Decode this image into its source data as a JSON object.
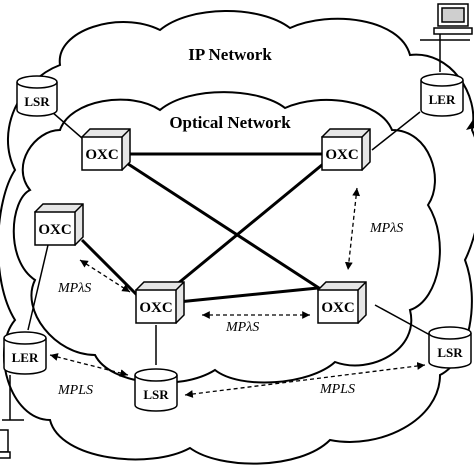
{
  "clouds": {
    "ip_network": {
      "title": "IP Network"
    },
    "optical_network": {
      "title": "Optical Network"
    }
  },
  "nodes": {
    "oxc_top_left": "OXC",
    "oxc_top_right": "OXC",
    "oxc_mid_left": "OXC",
    "oxc_bottom_center": "OXC",
    "oxc_bottom_right": "OXC",
    "lsr_top_left": "LSR",
    "ler_top_right": "LER",
    "ler_bottom_left": "LER",
    "lsr_bottom_center": "LSR",
    "lsr_bottom_right": "LSR"
  },
  "links": {
    "mplambdas_right": "MPλS",
    "mplambdas_left": "MPλS",
    "mplambdas_bottom": "MPλS",
    "mpls_left": "MPLS",
    "mpls_right": "MPLS"
  }
}
